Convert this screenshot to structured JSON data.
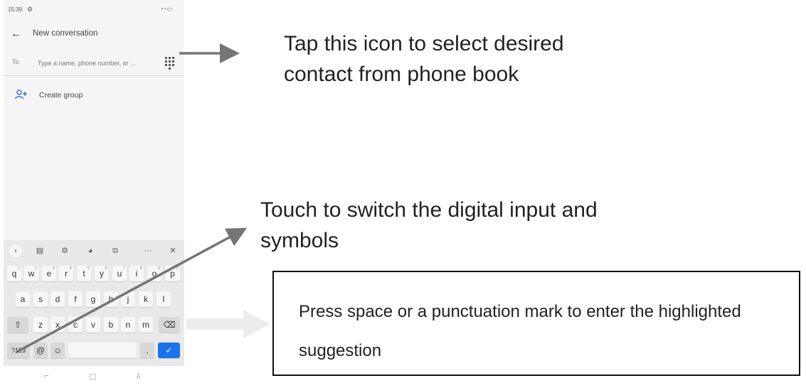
{
  "status_bar": {
    "time": "15:39",
    "settings_icon": "gear-icon",
    "right_icons": "wifi sim battery"
  },
  "app_bar": {
    "back_icon": "arrow-left-icon",
    "title": "New conversation"
  },
  "to_field": {
    "label": "To",
    "placeholder": "Type a name, phone number, or ...",
    "value": "",
    "contacts_icon": "dialpad-icon"
  },
  "create_group": {
    "icon": "add-group-icon",
    "label": "Create group"
  },
  "keyboard": {
    "toolbar": [
      "chevron-left-icon",
      "clipboard-icon",
      "gear-icon",
      "palette-icon",
      "translate-icon",
      "more-icon",
      "mic-off-icon"
    ],
    "row1": [
      {
        "key": "q",
        "hint": "1"
      },
      {
        "key": "w",
        "hint": "2"
      },
      {
        "key": "e",
        "hint": "3"
      },
      {
        "key": "r",
        "hint": "4"
      },
      {
        "key": "t",
        "hint": "5"
      },
      {
        "key": "y",
        "hint": "6"
      },
      {
        "key": "u",
        "hint": "7"
      },
      {
        "key": "i",
        "hint": "8"
      },
      {
        "key": "o",
        "hint": "9"
      },
      {
        "key": "p",
        "hint": "0"
      }
    ],
    "row2": [
      "a",
      "s",
      "d",
      "f",
      "g",
      "h",
      "j",
      "k",
      "l"
    ],
    "row3": [
      "z",
      "x",
      "c",
      "v",
      "b",
      "n",
      "m"
    ],
    "symbols_key": "?123",
    "at_key": "@",
    "period_key": "."
  },
  "callouts": {
    "contact": "Tap this icon to select desired contact from phone book",
    "symbols": "Touch to switch the digital input and symbols",
    "suggestion": "Press space or a punctuation mark to enter the highlighted suggestion"
  },
  "colors": {
    "accent": "#1a73e8",
    "arrow": "#757575"
  }
}
